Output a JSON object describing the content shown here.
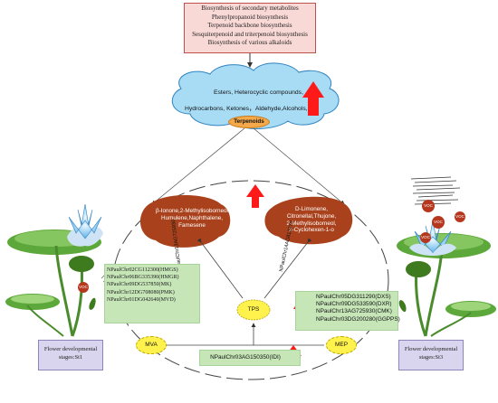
{
  "top_box": {
    "lines": [
      "Biosynthesis of secondary metabolites",
      "Phenylpropanoid biosynthesis",
      "Terpenoid backbone biosynthesis",
      "Sesquiterpenoid and triterpenoid biosynthesis",
      "Biosynthesis of various alkaloids"
    ]
  },
  "cloud": {
    "line1": "Esters, Heterocyclic compounds,",
    "line2": "Hydrocarbons, Ketones，Aldehyde,Alcohols,",
    "badge": "Terpenoids"
  },
  "left_leaf": {
    "lines": [
      "β-Ionone,2-Methylisoborneol",
      "Humulene,Naphthalene,",
      "Famesene"
    ]
  },
  "right_leaf": {
    "lines": [
      "D-Limonene,",
      "Citronellal,Thujone,",
      "2-Methylisoborneol,",
      "2-Cyclohexen-1-o"
    ]
  },
  "left_genes": [
    "NPaulChr02CG112300(HMGS)",
    "NPaulChr06BG335390(HMGR)",
    "NPaulChr09DG537850(MK)",
    "NPaulChr12DG708080(PMK)",
    "NPaulChr01DG042640(MVD)"
  ],
  "right_genes": [
    "NPaulChr05DG311290(DXS)",
    "NPaulChr09DG533590(DXR)",
    "NPaulChr13AG725930(CMK)",
    "NPaulChr03DG200280(GGPPS)"
  ],
  "bottom_gene": "NPaulChr03AG150350(IDI)",
  "tps_label": "TPS",
  "mva_label": "MVA",
  "mep_label": "MEP",
  "left_diag_gene": "NPaulChr13AG725930",
  "right_diag_gene": "NPaulChr14AG812370",
  "stage_left": {
    "line1": "Flower developmental",
    "line2": "stages:St1"
  },
  "stage_right": {
    "line1": "Flower developmental",
    "line2": "stages:St3"
  },
  "voc_label": "VOC",
  "colors": {
    "arrow_red": "#ff1a1a",
    "cloud_blue": "#a8dcf5",
    "leaf_brown": "#a9421c",
    "gene_green": "#c6e6b8",
    "voc_brown": "#b5381e",
    "badge_orange": "#f4a94a"
  }
}
